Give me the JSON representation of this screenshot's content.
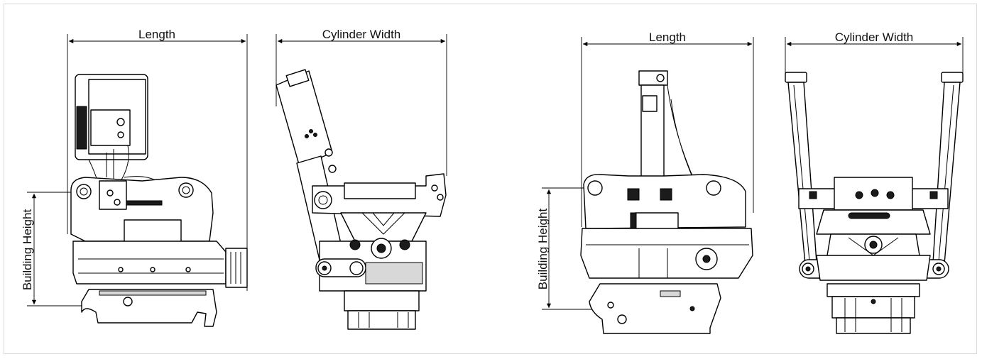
{
  "views": [
    {
      "id": "v1",
      "length_label": "Length",
      "height_label": "Building Height",
      "width_label": "Cylinder Width"
    },
    {
      "id": "v2",
      "length_label": "Length",
      "height_label": "Building Height",
      "width_label": "Cylinder Width"
    }
  ],
  "colors": {
    "line": "#000000",
    "background": "#ffffff",
    "frame": "#d9d9d9",
    "shade": "#d8d8d8",
    "dark": "#1b1b1b"
  }
}
